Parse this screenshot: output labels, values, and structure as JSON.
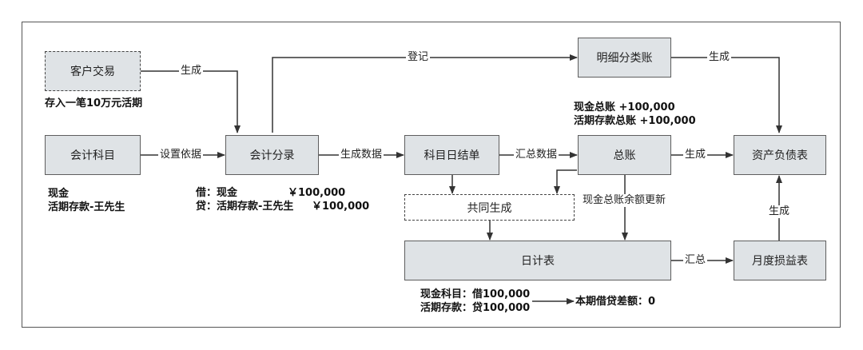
{
  "nodes": {
    "customer_trade": "客户交易",
    "account_subject": "会计科目",
    "journal_entry": "会计分录",
    "subject_daily": "科目日结单",
    "general_ledger": "总账",
    "balance_sheet": "资产负债表",
    "detail_ledger": "明细分类账",
    "co_generate": "共同生成",
    "daily_report": "日计表",
    "monthly_pl": "月度损益表"
  },
  "edges": {
    "customer_to_journal": "生成",
    "subject_to_journal": "设置依据",
    "journal_to_daily": "生成数据",
    "daily_to_gl": "汇总数据",
    "gl_to_balance": "生成",
    "journal_to_detail": "登记",
    "detail_to_balance": "生成",
    "gl_to_report": "现金总账余额更新",
    "report_to_monthly": "汇总",
    "monthly_to_balance": "生成"
  },
  "notes": {
    "customer": "存入一笔10万元活期",
    "subject_line1": "现金",
    "subject_line2": "活期存款-王先生",
    "entry_debit_label": "借：现金",
    "entry_debit_amount": "￥100,000",
    "entry_credit_label": "贷：活期存款-王先生",
    "entry_credit_amount": "￥100,000",
    "gl_line1": "现金总账 +100,000",
    "gl_line2": "活期存款总账 +100,000",
    "report_line1": "现金科目：借100,000",
    "report_line2": "活期存款：贷100,000",
    "difference": "本期借贷差额：0"
  }
}
